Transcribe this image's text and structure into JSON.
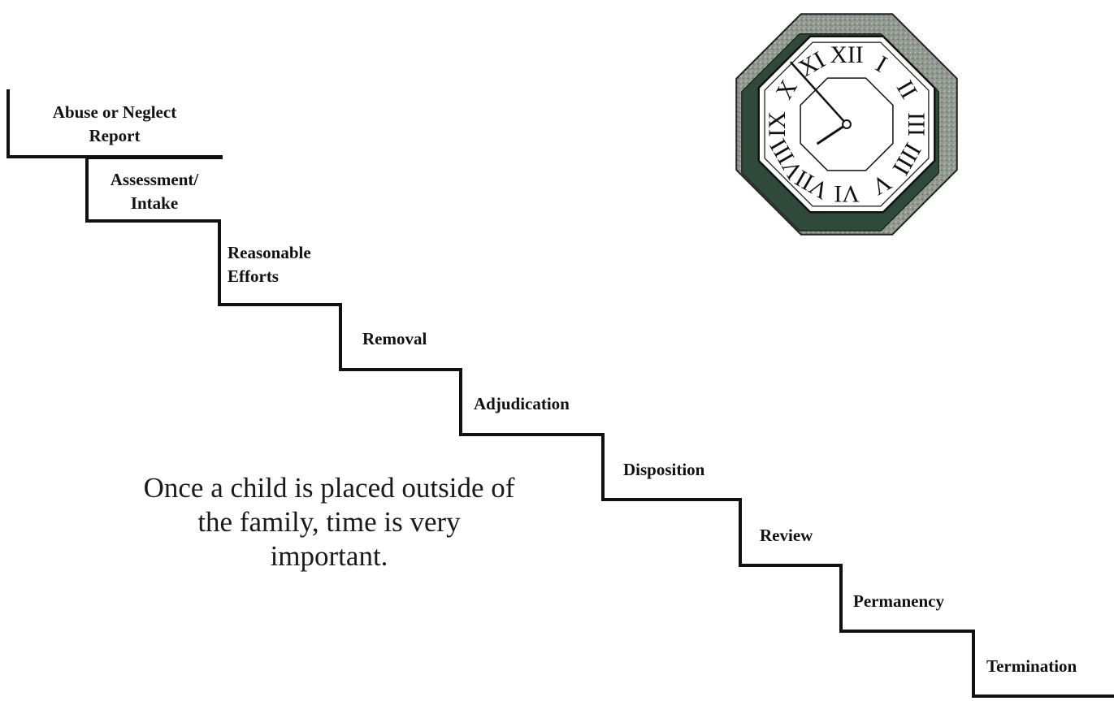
{
  "steps": [
    {
      "line1": "Abuse or Neglect",
      "line2": "Report"
    },
    {
      "line1": "Assessment/",
      "line2": "Intake"
    },
    {
      "line1": "Reasonable",
      "line2": "Efforts"
    },
    {
      "line1": "Removal"
    },
    {
      "line1": "Adjudication"
    },
    {
      "line1": "Disposition"
    },
    {
      "line1": "Review"
    },
    {
      "line1": "Permanency"
    },
    {
      "line1": "Termination"
    }
  ],
  "caption": {
    "line1": "Once a child is placed outside of",
    "line2": "the family, time is very",
    "line3": "important."
  },
  "clock": {
    "icon": "octagonal-wall-clock-icon",
    "numerals": [
      "XII",
      "I",
      "II",
      "III",
      "IIII",
      "V",
      "VI",
      "VII",
      "VIII",
      "IX",
      "X",
      "XI"
    ],
    "hour": 7,
    "minute": 53
  }
}
